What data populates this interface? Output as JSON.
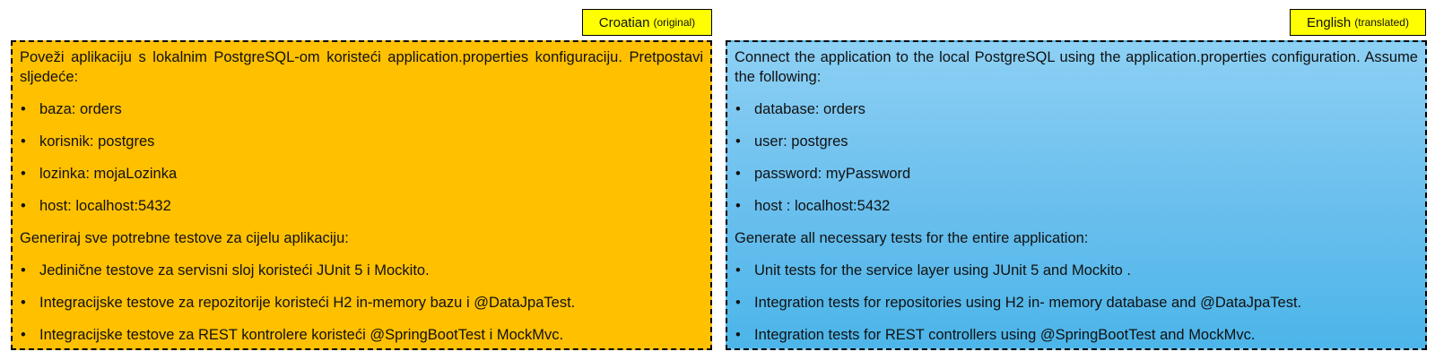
{
  "left": {
    "tag_main": "Croatian",
    "tag_sub": "(original)",
    "intro": "Poveži aplikaciju s lokalnim PostgreSQL-om koristeći application.properties konfiguraciju. Pretpostavi sljedeće:",
    "config_items": [
      "baza: orders",
      "korisnik: postgres",
      "lozinka: mojaLozinka",
      "host: localhost:5432"
    ],
    "tests_heading": "Generiraj sve potrebne testove za cijelu aplikaciju:",
    "test_items": [
      "Jedinične testove za servisni sloj koristeći JUnit 5 i Mockito.",
      "Integracijske testove za repozitorije koristeći H2 in-memory bazu i @DataJpaTest.",
      "Integracijske testove za REST kontrolere koristeći @SpringBootTest i MockMvc."
    ]
  },
  "right": {
    "tag_main": "English",
    "tag_sub": "(translated)",
    "intro": "Connect the application to the local PostgreSQL using the application.properties configuration. Assume the following:",
    "config_items": [
      "database: orders",
      "user: postgres",
      "password: myPassword",
      "host : localhost:5432"
    ],
    "tests_heading": "Generate all necessary tests for the entire application:",
    "test_items": [
      "Unit tests for the service layer using JUnit 5 and Mockito .",
      "Integration tests for repositories using H2 in- memory database and @DataJpaTest.",
      "Integration tests for REST controllers using @SpringBootTest and MockMvc."
    ]
  },
  "colors": {
    "left_panel": "#ffc000",
    "right_panel": "#6cc0ee",
    "tag": "#ffff00"
  }
}
